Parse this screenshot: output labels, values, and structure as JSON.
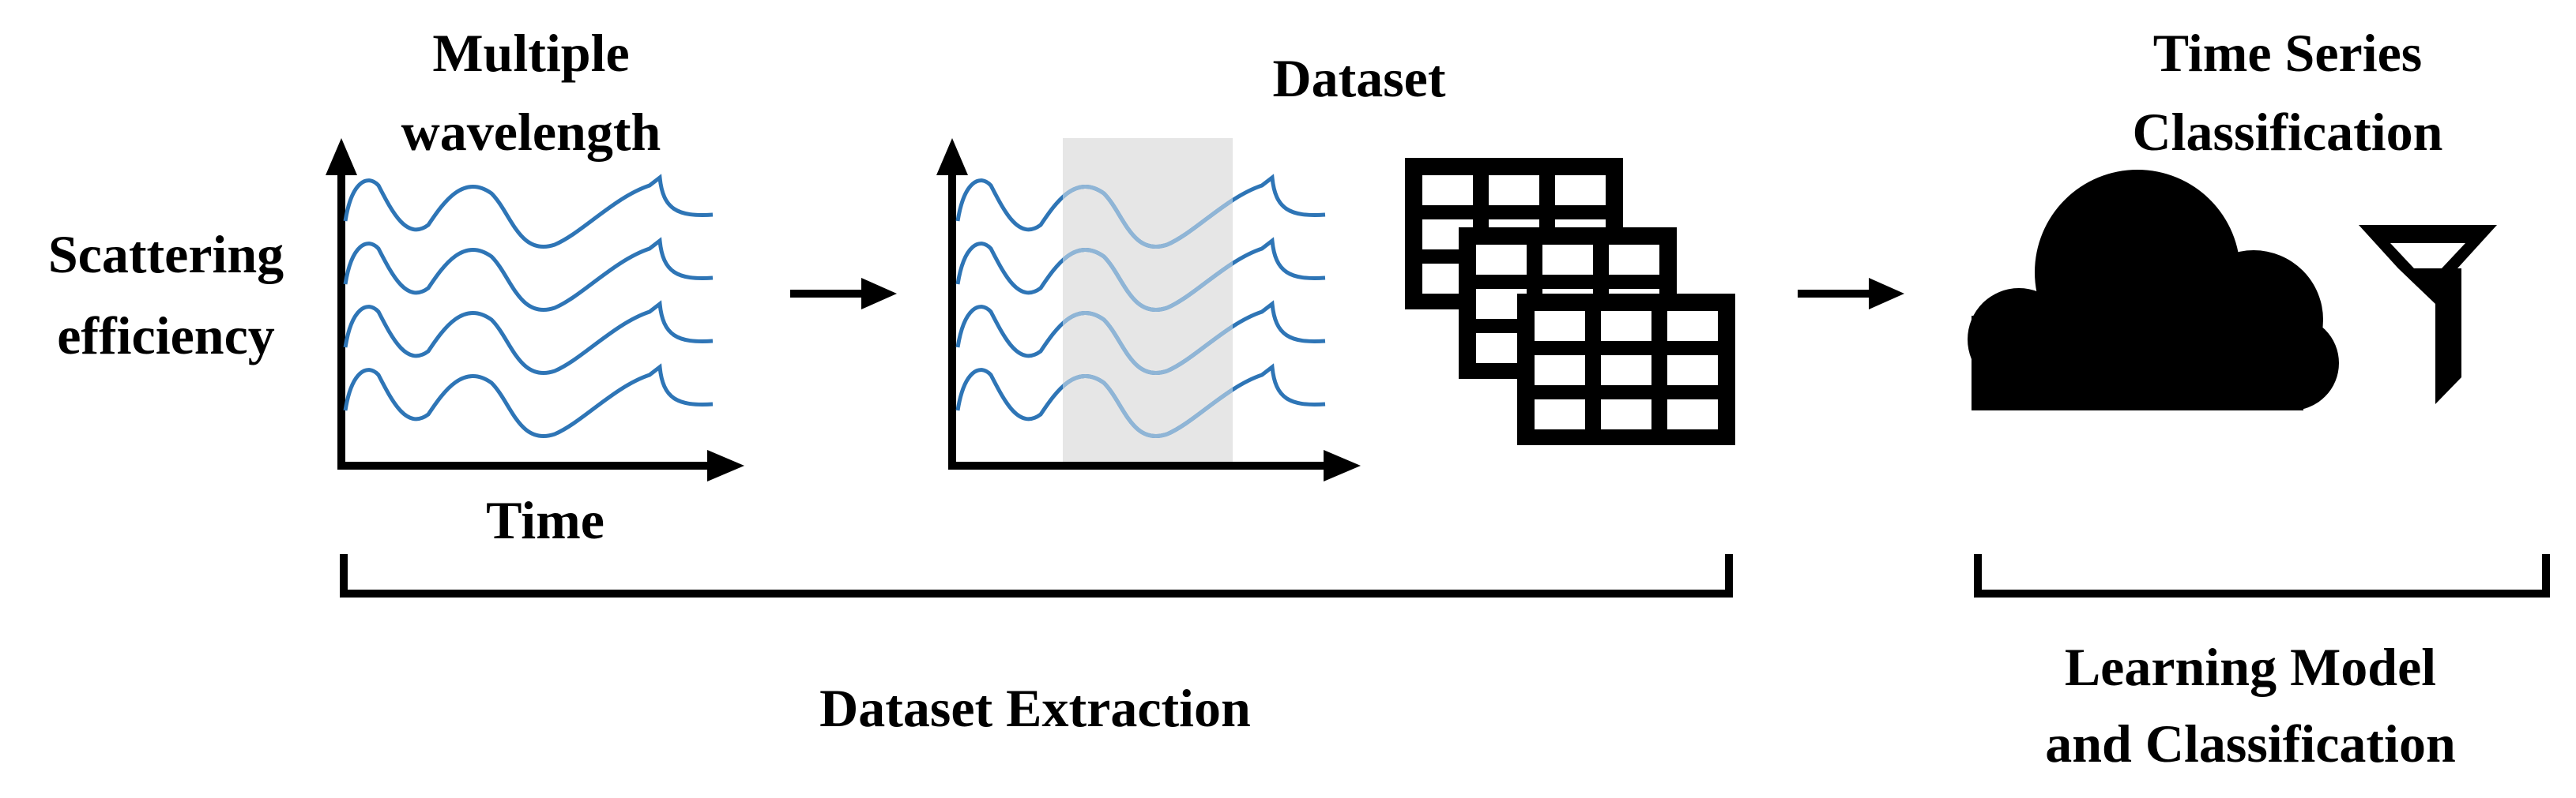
{
  "labels": {
    "multiple_wavelength_line1": "Multiple",
    "multiple_wavelength_line2": "wavelength",
    "scattering_line1": "Scattering",
    "scattering_line2": "efficiency",
    "time": "Time",
    "dataset": "Dataset",
    "tsc_line1": "Time Series",
    "tsc_line2": "Classification",
    "dataset_extraction": "Dataset Extraction",
    "learning_line1": "Learning Model",
    "learning_line2": "and Classification"
  },
  "colors": {
    "wave": "#2e75b6",
    "wave_selected": "#8fb5d6",
    "selection_band": "#e6e6e6",
    "ink": "#000000"
  },
  "icons": [
    "table-icon",
    "cloud-icon",
    "filter-icon",
    "arrow-right-icon"
  ]
}
